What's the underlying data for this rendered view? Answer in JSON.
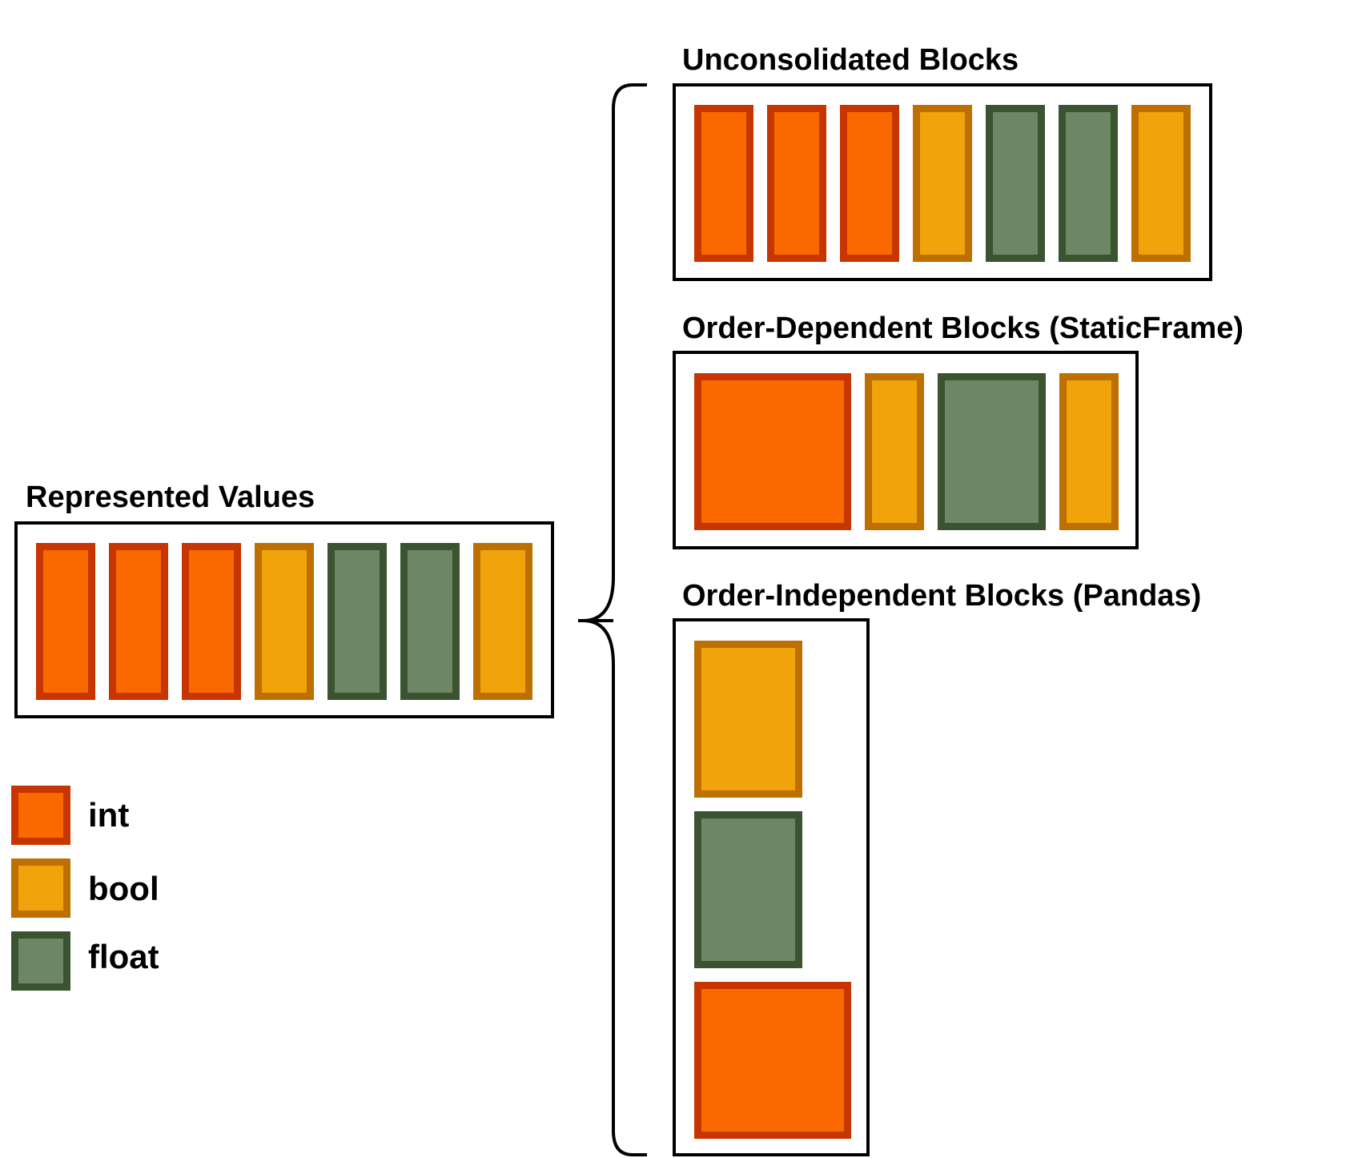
{
  "titles": {
    "represented": "Represented Values",
    "unconsolidated": "Unconsolidated Blocks",
    "order_dependent": "Order-Dependent Blocks (StaticFrame)",
    "order_independent": "Order-Independent Blocks (Pandas)"
  },
  "legend": [
    {
      "type": "int",
      "label": "int"
    },
    {
      "type": "bool",
      "label": "bool"
    },
    {
      "type": "float",
      "label": "float"
    }
  ],
  "colors": {
    "int_fill": "#fa6800",
    "int_border": "#c73500",
    "bool_fill": "#f0a30a",
    "bool_border": "#bd7000",
    "float_fill": "#6d8764",
    "float_border": "#3a5431"
  },
  "column_types": [
    "int",
    "int",
    "int",
    "bool",
    "float",
    "float",
    "bool"
  ]
}
